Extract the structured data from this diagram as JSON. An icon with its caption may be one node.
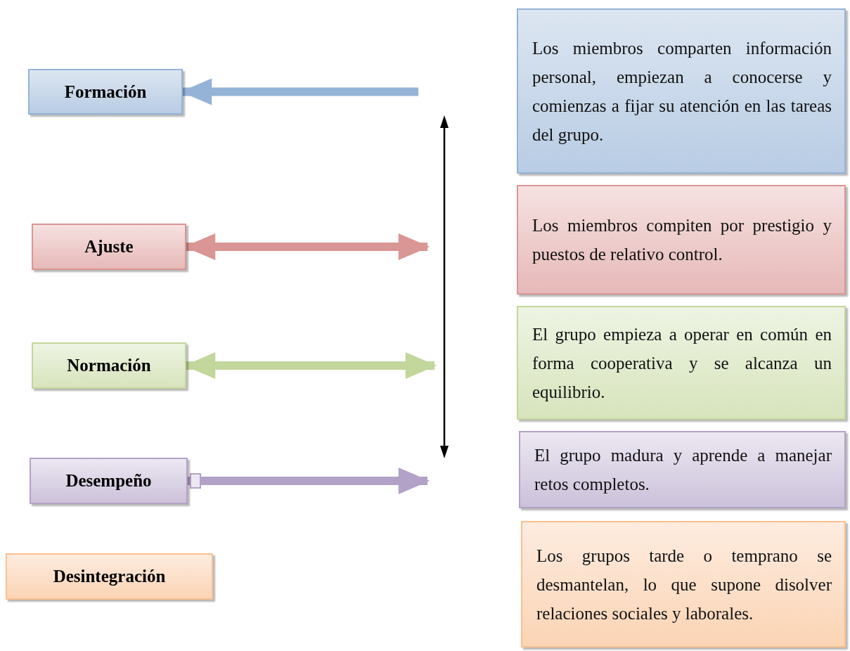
{
  "diagram": {
    "nodes": [
      {
        "text": [
          "Formación"
        ]
      },
      {
        "text": [
          "Los miembros comparten información personal, empiezan a conocerse y comienzas a fijar su atención en las tareas del grupo."
        ]
      },
      {
        "text": [
          "Ajuste"
        ]
      },
      {
        "text": [
          "Los miembros compiten por prestigio y puestos de relativo control."
        ]
      },
      {
        "text": [
          "Normación"
        ]
      },
      {
        "text": [
          "El grupo empieza a operar en común en forma cooperativa y se alcanza un equilibrio."
        ]
      },
      {
        "text": [
          "Desempeño"
        ]
      },
      {
        "text": [
          "El grupo madura y aprende a manejar retos completos."
        ]
      },
      {
        "text": [
          "Desintegración"
        ]
      },
      {
        "text": [
          "Los grupos tarde o temprano se desmantelan, lo que supone disolver relaciones sociales y laborales."
        ]
      }
    ],
    "edges": [
      {
        "from": null,
        "to": 0,
        "arrow": "to",
        "color": "#95b3d7"
      },
      {
        "from": 2,
        "to": null,
        "arrow": "both",
        "color": "#d99694"
      },
      {
        "from": 4,
        "to": null,
        "arrow": "both",
        "color": "#c3d69b"
      },
      {
        "from": 6,
        "to": null,
        "arrow": "to",
        "color": "#b3a2c7"
      }
    ]
  }
}
